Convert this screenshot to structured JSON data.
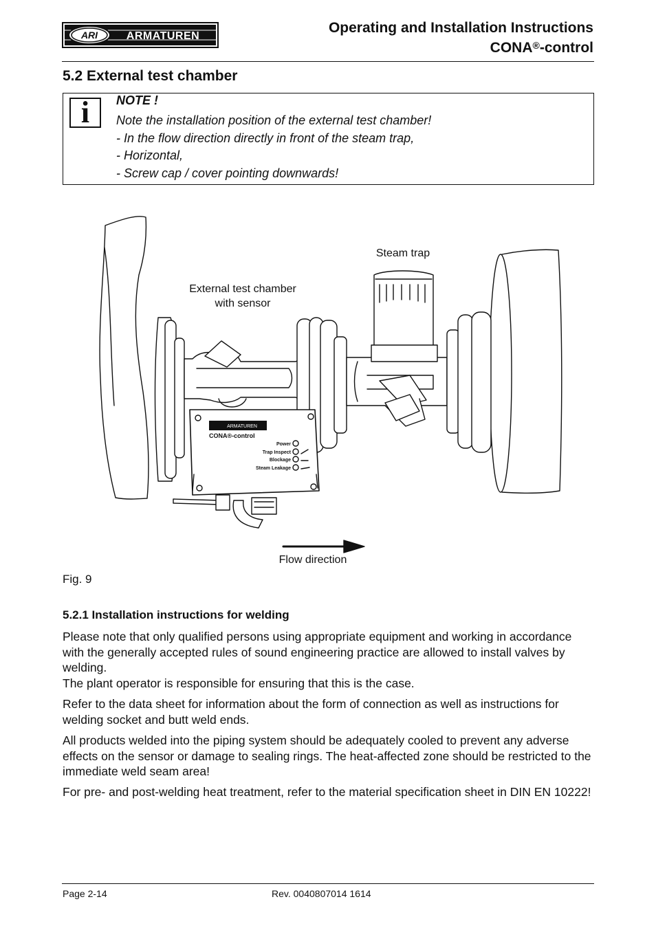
{
  "header": {
    "logo_text": "ARMATUREN",
    "logo_mark": "ARI",
    "title_line1": "Operating and Installation Instructions",
    "title_line2_main": "CONA",
    "title_line2_sup": "®",
    "title_line2_tail": "-control"
  },
  "section": {
    "title": "5.2  External test chamber"
  },
  "note": {
    "icon_glyph": "i",
    "heading": "NOTE !",
    "lines": [
      "Note the installation position of the external test chamber!",
      "- In the flow direction directly in front of the steam trap,",
      "- Horizontal,",
      "- Screw cap / cover pointing downwards!"
    ]
  },
  "figure": {
    "label_steam_trap": "Steam trap",
    "label_chamber_line1": "External test chamber",
    "label_chamber_line2": "with sensor",
    "label_flow": "Flow direction",
    "device_brand": "ARMATUREN",
    "device_name": "CONA®-control",
    "device_leds": [
      "Power",
      "Trap Inspect",
      "Blockage",
      "Steam Leakage"
    ],
    "caption": "Fig. 9"
  },
  "subsection": {
    "title": "5.2.1  Installation instructions for welding"
  },
  "paragraphs": [
    "Please note that only qualified persons using appropriate equipment and working in accordance with the generally accepted rules of sound engineering practice are allowed to install valves by welding.",
    "The plant operator is responsible for ensuring that this is the case.",
    "Refer to the data sheet for information about the form of connection as well as instructions for welding socket and butt weld ends.",
    "All products welded into the piping system should be adequately cooled to prevent any adverse effects on the sensor or damage to sealing rings. The heat-affected zone should be restricted to the immediate weld seam area!",
    "For pre- and post-welding heat treatment, refer to the material specification sheet in DIN EN 10222!"
  ],
  "footer": {
    "page": "Page 2-14",
    "revision": "Rev. 0040807014 1614"
  }
}
